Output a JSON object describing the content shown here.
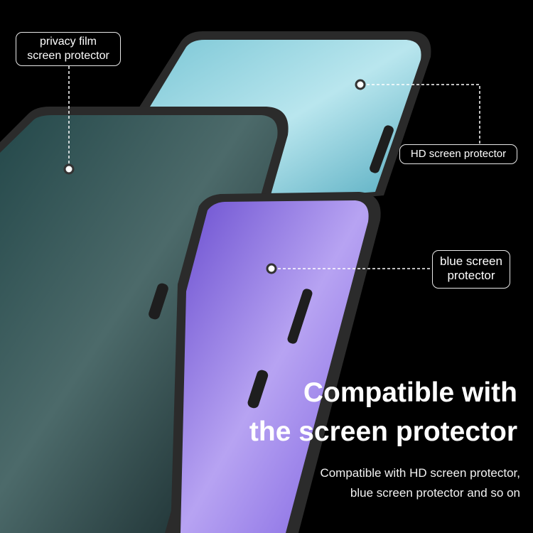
{
  "labels": {
    "privacy": [
      "privacy film",
      "screen protector"
    ],
    "hd": "HD  screen protector",
    "blue": [
      "blue screen",
      "protector"
    ]
  },
  "heading": [
    "Compatible with",
    "the screen protector"
  ],
  "subtext": [
    "Compatible with HD  screen protector,",
    "blue screen protector and so on"
  ],
  "colors": {
    "background": "#000000",
    "hd_screen": "#8fd3e0",
    "privacy_screen": "#1f3f3f",
    "blue_screen": "#8a6fe0",
    "frame": "#2a2a2a"
  }
}
